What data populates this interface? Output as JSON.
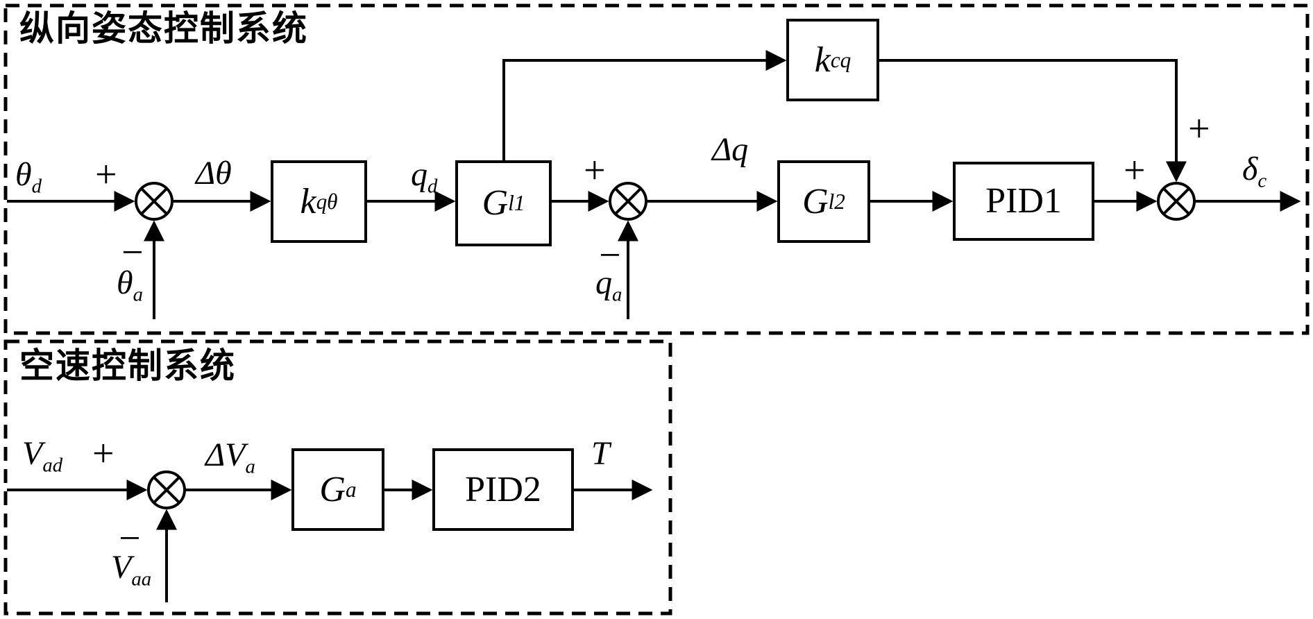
{
  "titles": {
    "attitude": "纵向姿态控制系统",
    "airspeed": "空速控制系统"
  },
  "blocks": {
    "k_qtheta": {
      "main": "k",
      "sub": "qθ"
    },
    "g_l1": {
      "main": "G",
      "sub": "l1"
    },
    "g_l2": {
      "main": "G",
      "sub": "l2"
    },
    "k_cq": {
      "main": "k",
      "sub": "cq"
    },
    "pid1": "PID1",
    "g_a": {
      "main": "G",
      "sub": "a"
    },
    "pid2": "PID2"
  },
  "signals": {
    "theta_d": {
      "main": "θ",
      "sub": "d"
    },
    "theta_a": {
      "main": "θ",
      "sub": "a"
    },
    "delta_theta": "Δθ",
    "q_d": {
      "main": "q",
      "sub": "d"
    },
    "delta_q": "Δq",
    "q_a": {
      "main": "q",
      "sub": "a"
    },
    "delta_c": {
      "main": "δ",
      "sub": "c"
    },
    "v_ad": {
      "main": "V",
      "sub": "ad"
    },
    "v_aa": {
      "main": "V",
      "sub": "aa"
    },
    "delta_v_a": {
      "main": "ΔV",
      "sub": "a"
    },
    "thrust": "T"
  },
  "signs": {
    "plus": "+",
    "minus": "−"
  }
}
